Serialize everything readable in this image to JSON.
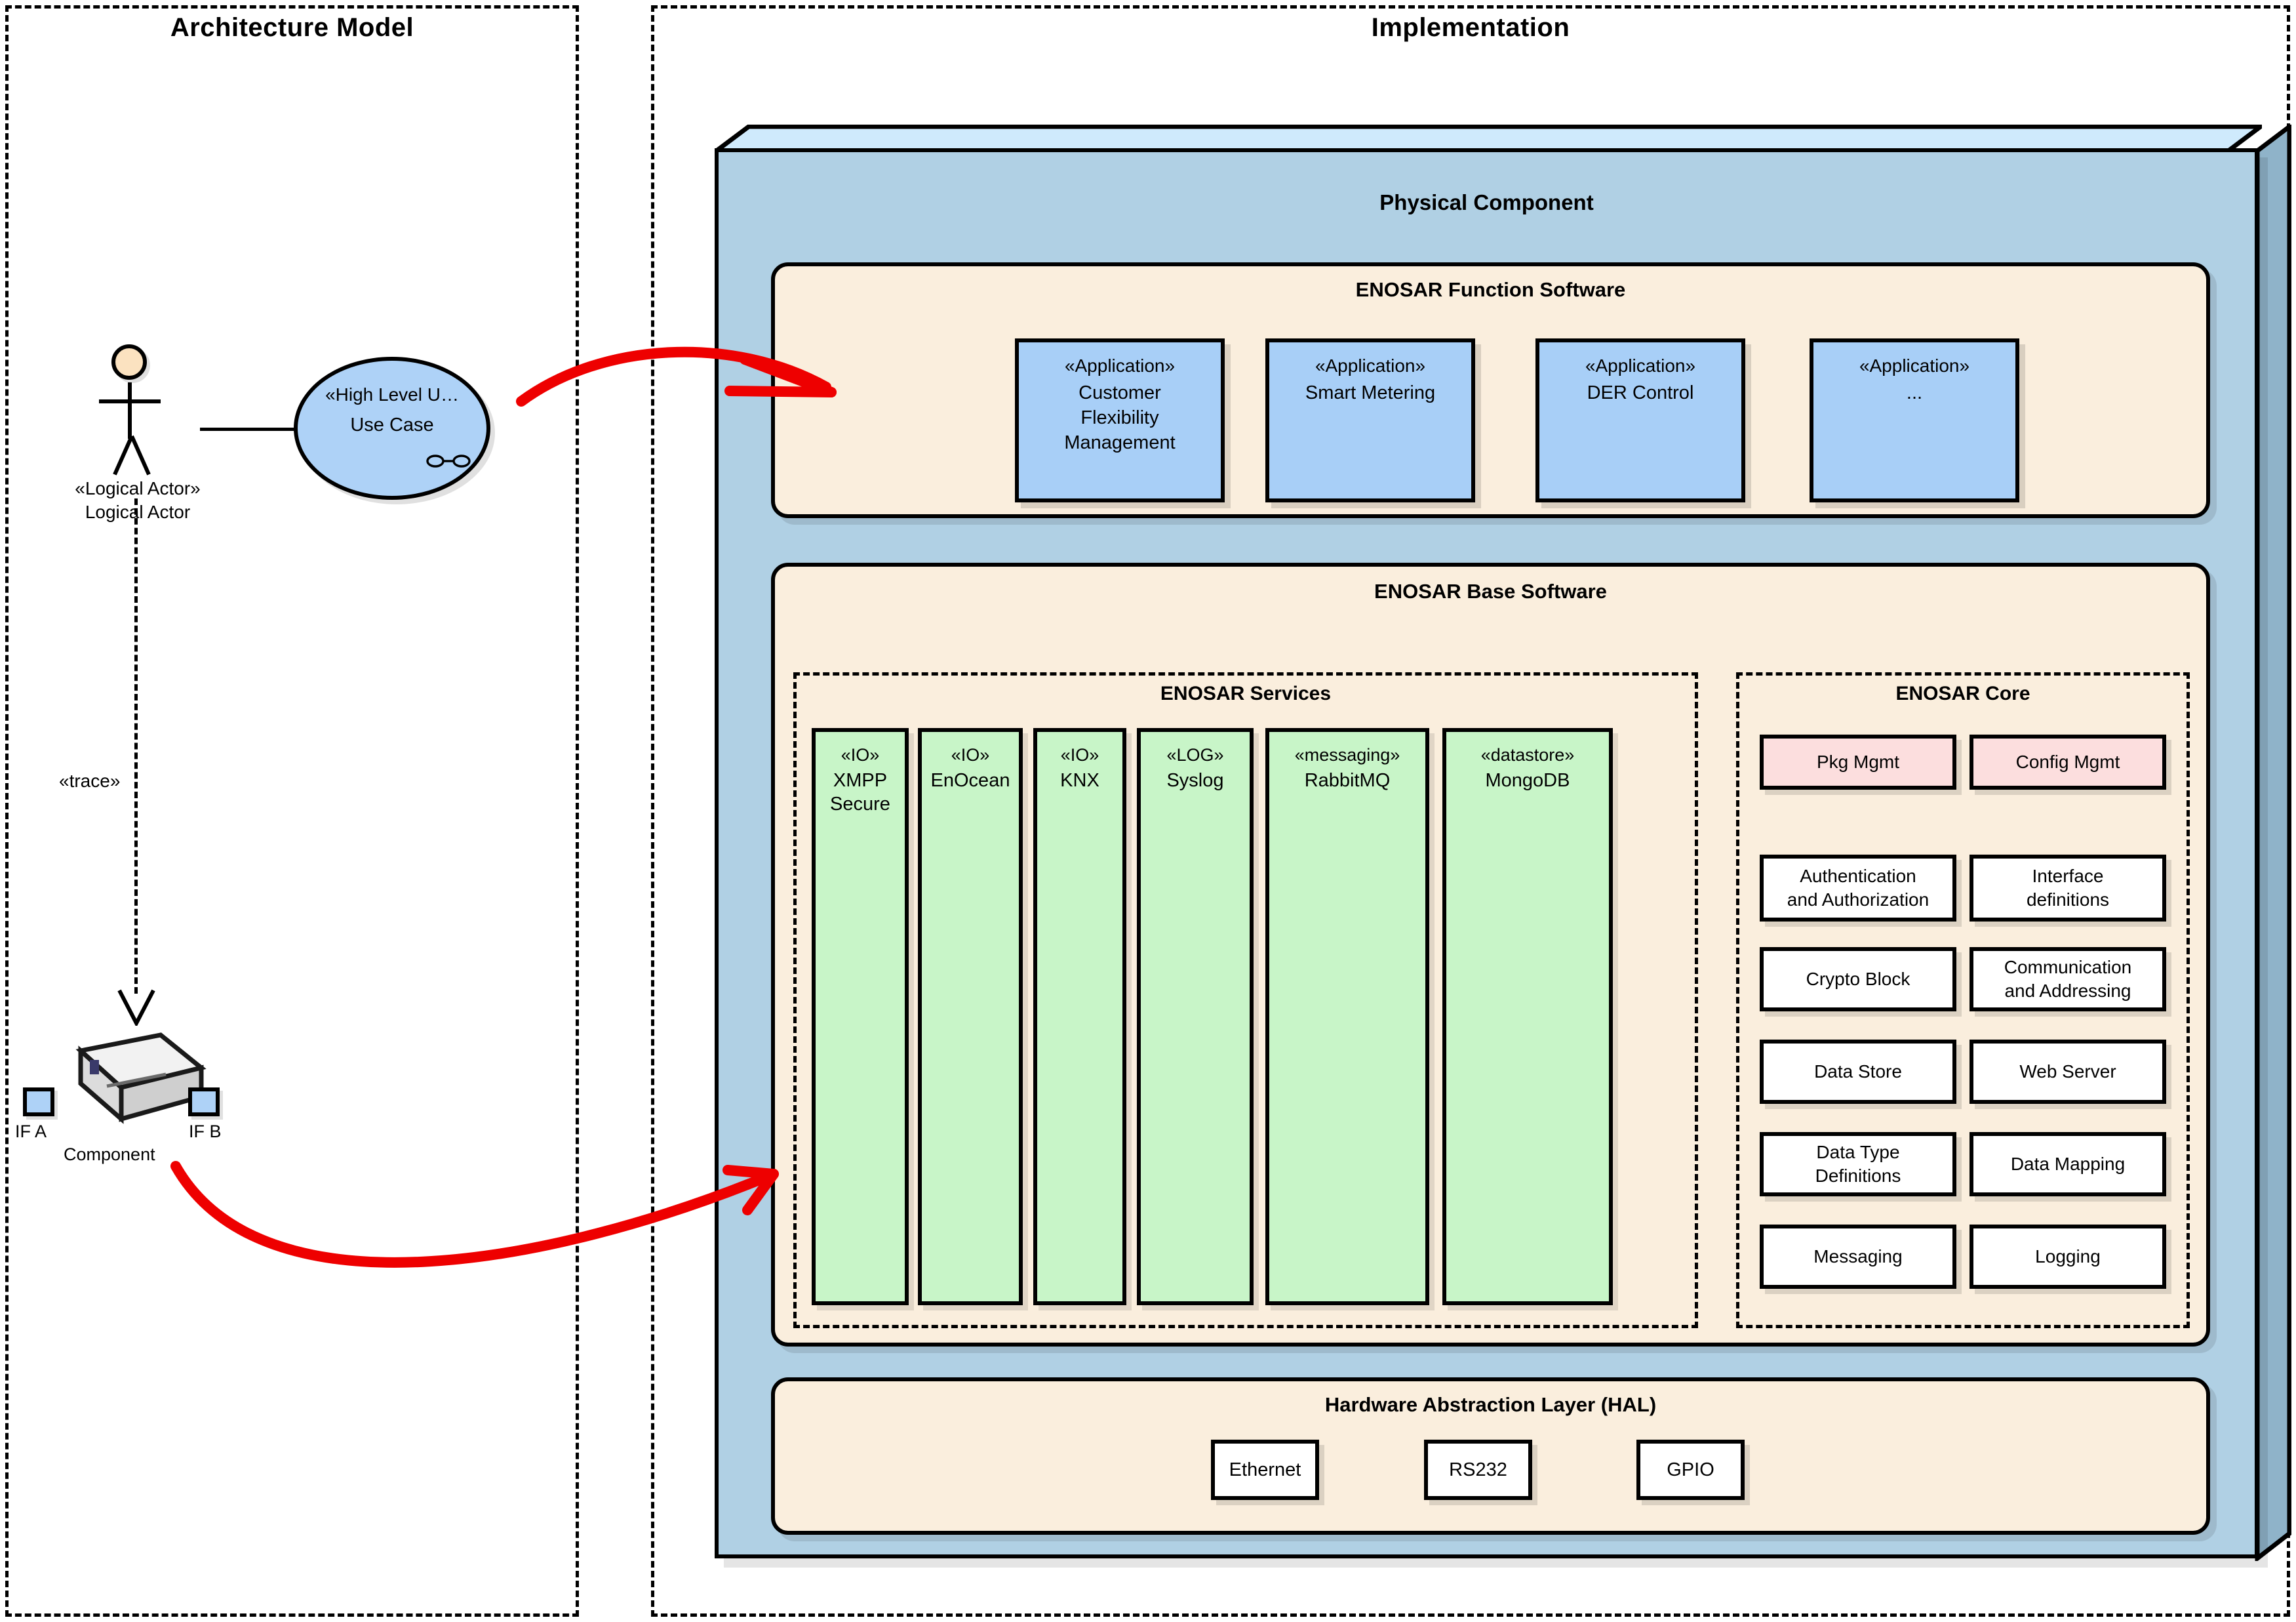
{
  "panels": {
    "architecture": {
      "title": "Architecture Model"
    },
    "implementation": {
      "title": "Implementation"
    }
  },
  "architecture": {
    "actor": {
      "stereotype": "«Logical Actor»",
      "name": "Logical Actor",
      "icon": "stick-figure-actor-icon"
    },
    "use_case": {
      "stereotype": "«High Level U…",
      "name": "Use Case",
      "icon": "use-case-link-icon"
    },
    "trace": {
      "label": "«trace»"
    },
    "component": {
      "name": "Component",
      "icon": "node-3d-icon",
      "ports": [
        {
          "label": "IF A"
        },
        {
          "label": "IF B"
        }
      ]
    }
  },
  "implementation": {
    "physical_component": {
      "title": "Physical Component"
    },
    "function_software": {
      "title": "ENOSAR Function Software",
      "applications": [
        {
          "stereotype": "«Application»",
          "name": "Customer\nFlexibility\nManagement"
        },
        {
          "stereotype": "«Application»",
          "name": "Smart Metering"
        },
        {
          "stereotype": "«Application»",
          "name": "DER Control"
        },
        {
          "stereotype": "«Application»",
          "name": "..."
        }
      ]
    },
    "base_software": {
      "title": "ENOSAR Base Software",
      "services": {
        "title": "ENOSAR Services",
        "items": [
          {
            "stereotype": "«IO»",
            "name": "XMPP\nSecure"
          },
          {
            "stereotype": "«IO»",
            "name": "EnOcean"
          },
          {
            "stereotype": "«IO»",
            "name": "KNX"
          },
          {
            "stereotype": "«LOG»",
            "name": "Syslog"
          },
          {
            "stereotype": "«messaging»",
            "name": "RabbitMQ"
          },
          {
            "stereotype": "«datastore»",
            "name": "MongoDB"
          }
        ]
      },
      "core": {
        "title": "ENOSAR Core",
        "items": [
          {
            "name": "Pkg Mgmt",
            "highlight": true
          },
          {
            "name": "Config Mgmt",
            "highlight": true
          },
          {
            "name": "Authentication\nand Authorization",
            "highlight": false
          },
          {
            "name": "Interface\ndefinitions",
            "highlight": false
          },
          {
            "name": "Crypto Block",
            "highlight": false
          },
          {
            "name": "Communication\nand Addressing",
            "highlight": false
          },
          {
            "name": "Data Store",
            "highlight": false
          },
          {
            "name": "Web Server",
            "highlight": false
          },
          {
            "name": "Data Type\nDefinitions",
            "highlight": false
          },
          {
            "name": "Data Mapping",
            "highlight": false
          },
          {
            "name": "Messaging",
            "highlight": false
          },
          {
            "name": "Logging",
            "highlight": false
          }
        ]
      }
    },
    "hal": {
      "title": "Hardware Abstraction Layer (HAL)",
      "items": [
        {
          "name": "Ethernet"
        },
        {
          "name": "RS232"
        },
        {
          "name": "GPIO"
        }
      ]
    }
  },
  "mapping_arrows": [
    {
      "name": "use-case-to-function-software-arrow",
      "color": "#ee0000"
    },
    {
      "name": "component-to-services-arrow",
      "color": "#ee0000"
    }
  ],
  "colors": {
    "panel_border": "#000000",
    "physical_component_fill": "#b0d0e4",
    "physical_component_top": "#cfeafc",
    "physical_component_side": "#8fb3c9",
    "section_fill": "#faeedd",
    "application_fill": "#a8cff7",
    "service_fill": "#c8f5c8",
    "core_highlight_fill": "#fcdede",
    "core_fill": "#ffffff",
    "actor_head_fill": "#fbe2c0",
    "arrow_red": "#ee0000"
  }
}
